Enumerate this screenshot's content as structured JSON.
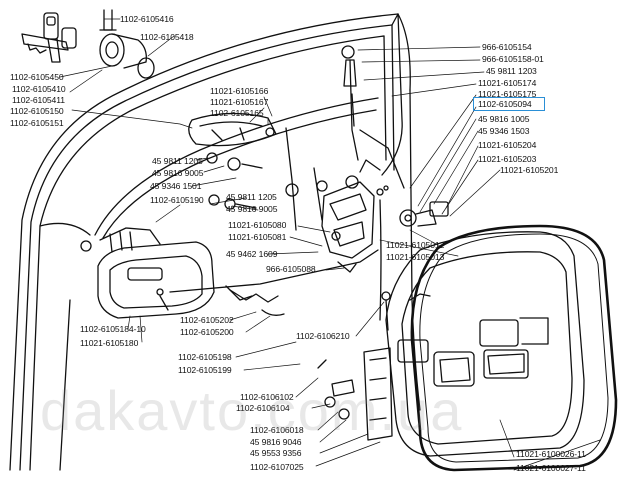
{
  "watermark": "dakavto.com.ua",
  "highlight_color": "#2a8fd6",
  "selected_part": "1102-6105094",
  "labels": {
    "l01": "1102-6105416",
    "l02": "1102-6105418",
    "l03": "1102-6105450",
    "l04": "1102-6105410",
    "l05": "1102-6105411",
    "l06": "1102-6105150",
    "l07": "1102-6105151",
    "l08": "11021-6105166",
    "l09": "11021-6105167",
    "l10": "1102-6105165",
    "l11": "45 9811 1205",
    "l12": "45 9816 9005",
    "l13": "45 9346 1501",
    "l14": "1102-6105190",
    "l15": "45 9811 1205",
    "l16": "45 9816 9005",
    "l17": "11021-6105080",
    "l18": "11021-6105081",
    "l19": "45 9462 1609",
    "l20": "966-6105088",
    "l21": "1102-6105184-10",
    "l22": "11021-6105180",
    "l23": "1102-6105202",
    "l24": "1102-6105200",
    "l25": "1102-6106210",
    "l26": "1102-6105198",
    "l27": "1102-6105199",
    "l28": "1102-6106102",
    "l29": "1102-6106104",
    "l30": "1102-6106018",
    "l31": "45 9816 9046",
    "l32": "45 9553 9356",
    "l33": "1102-6107025",
    "l34": "966-6105154",
    "l35": "966-6105158-01",
    "l36": "45 9811 1203",
    "l37": "11021-6105174",
    "l38": "11021-6105175",
    "l39": "1102-6105094",
    "l40": "45 9816 1005",
    "l41": "45 9346 1503",
    "l42": "11021-6105204",
    "l43": "11021-6105203",
    "l44": "11021-6105201",
    "l45": "11021-6105012",
    "l46": "11021-6105013",
    "l47": "11021-6100026-11",
    "l48": "11021-6100027-11"
  }
}
